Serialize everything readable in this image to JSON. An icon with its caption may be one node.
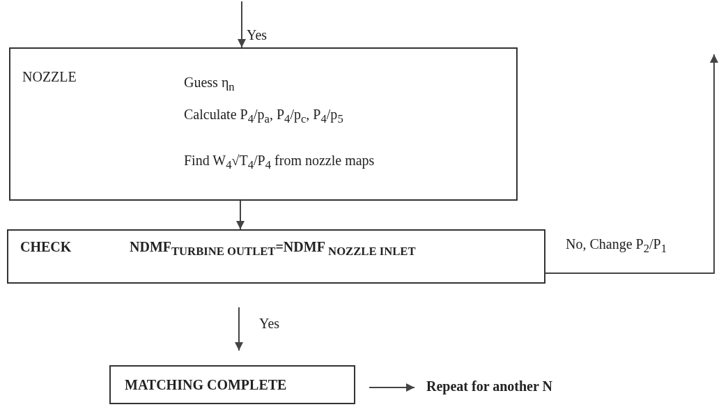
{
  "diagram": {
    "nodes": [
      {
        "text": [
          "NOZZLE",
          "Guess η$_{n}$",
          "Calculate P$_{4}$/p$_{a}$, P$_{4}$/p$_{c}$, P$_{4}$/p$_{5}$",
          "Find W$_{4}$√T$_{4}$/P$_{4}$ from nozzle maps"
        ]
      },
      {
        "text": [
          "CHECK",
          "NDMF$_{TURBINE OUTLET}$=NDMF $_{NOZZLE INLET}$"
        ]
      },
      {
        "text": [
          "MATCHING COMPLETE"
        ]
      },
      {
        "text": [
          "Repeat for another N"
        ]
      }
    ],
    "edges": [
      {
        "from": null,
        "to": 0,
        "arrow": "to",
        "label": "Yes"
      },
      {
        "from": 0,
        "to": 1,
        "arrow": "to"
      },
      {
        "from": 1,
        "to": null,
        "arrow": "to",
        "label": "No, Change P$_{2}$/P$_{1}$"
      },
      {
        "from": 1,
        "to": 2,
        "arrow": "to",
        "label": "Yes"
      },
      {
        "from": 2,
        "to": 3,
        "arrow": "to"
      }
    ]
  }
}
